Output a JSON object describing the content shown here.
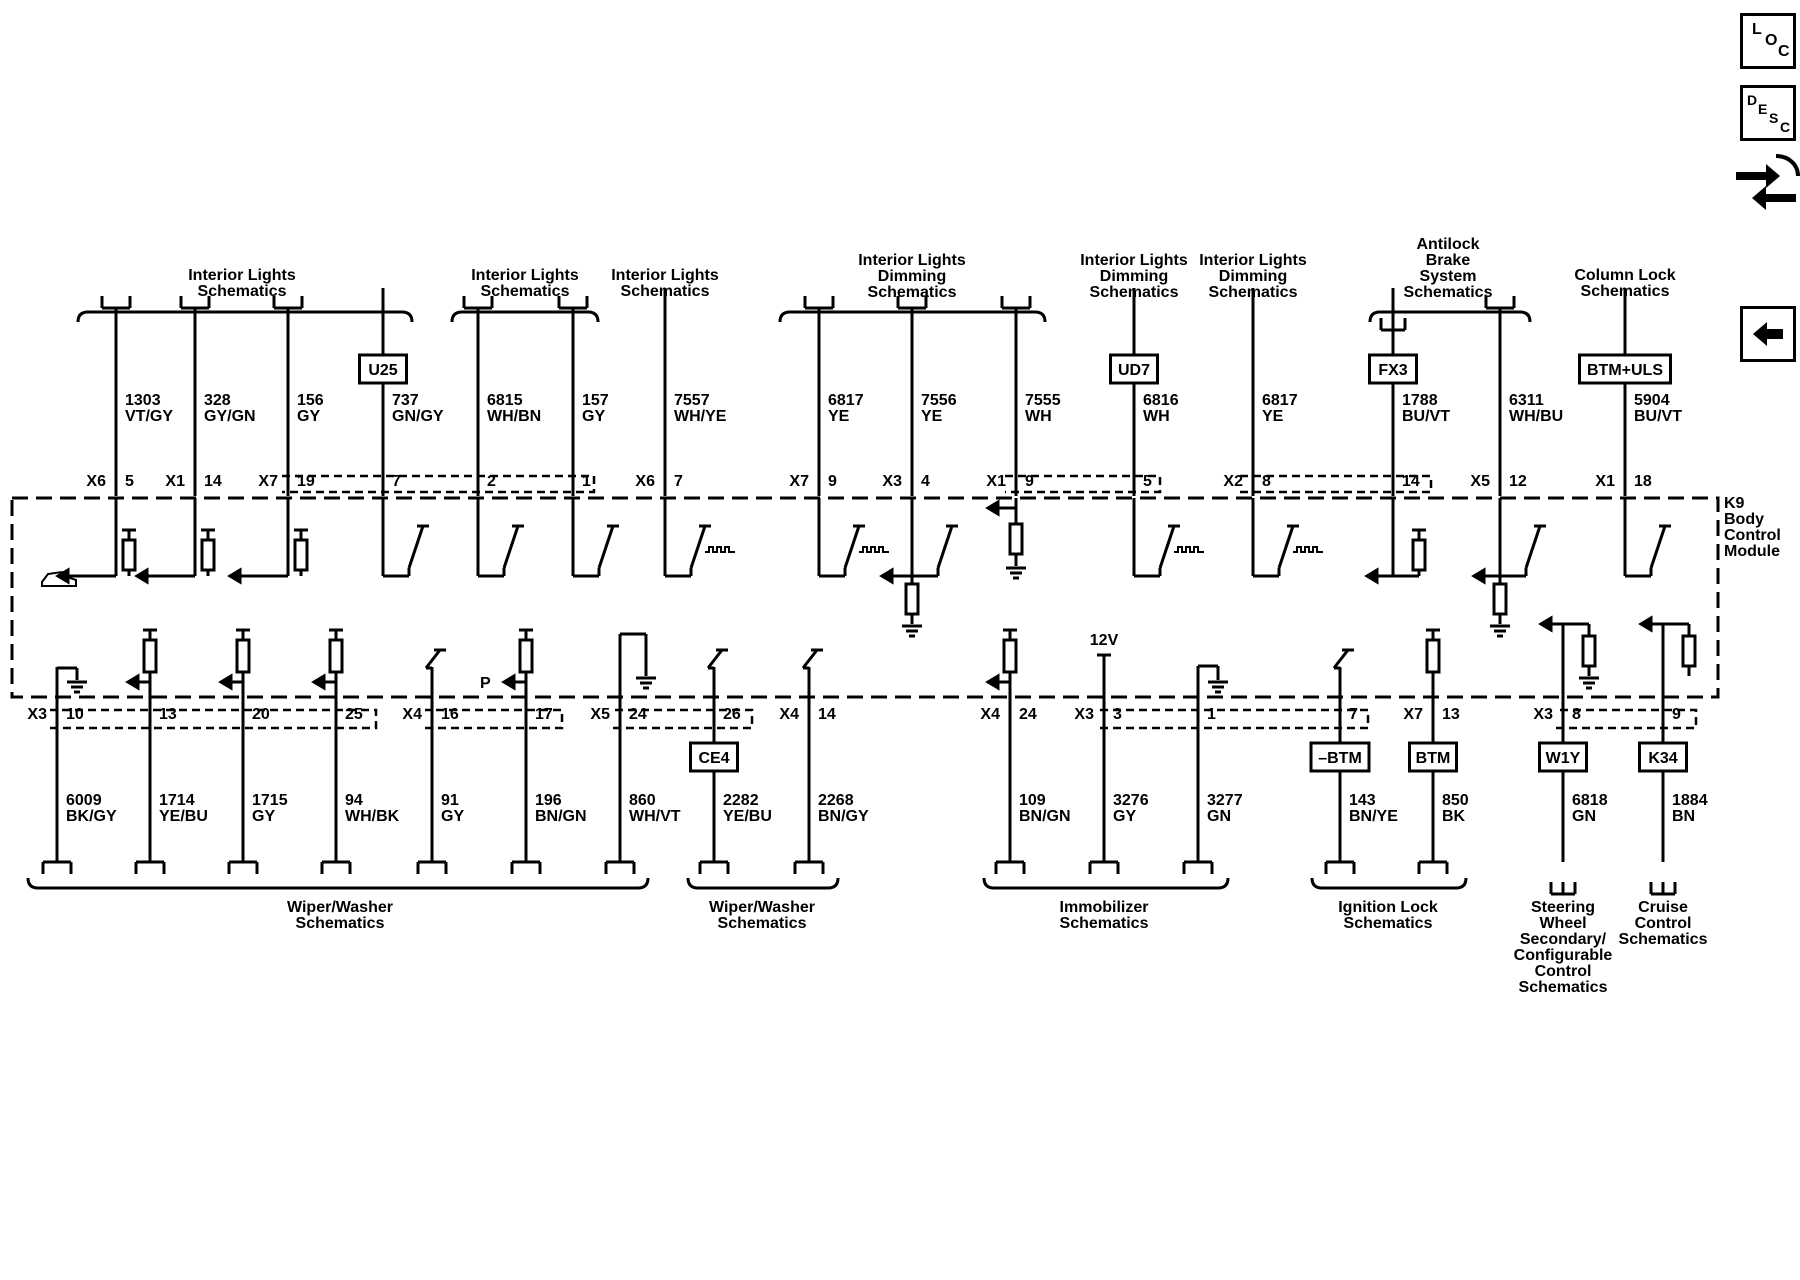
{
  "toolbar": {
    "loc": [
      "L",
      "O",
      "C"
    ],
    "desc": [
      "D",
      "E",
      "S",
      "C"
    ]
  },
  "module": {
    "lines": [
      "K9",
      "Body",
      "Control",
      "Module"
    ]
  },
  "top_wires": [
    {
      "conn": "X6",
      "pin": "5",
      "circuit": "1303",
      "color": "VT/GY"
    },
    {
      "conn": "X1",
      "pin": "14",
      "circuit": "328",
      "color": "GY/GN"
    },
    {
      "conn": "X7",
      "pin": "19",
      "circuit": "156",
      "color": "GY"
    },
    {
      "conn": "",
      "pin": "7",
      "circuit": "737",
      "color": "GN/GY",
      "component": "U25"
    },
    {
      "conn": "",
      "pin": "2",
      "circuit": "6815",
      "color": "WH/BN"
    },
    {
      "conn": "",
      "pin": "1",
      "circuit": "157",
      "color": "GY"
    },
    {
      "conn": "X6",
      "pin": "7",
      "circuit": "7557",
      "color": "WH/YE"
    },
    {
      "conn": "X7",
      "pin": "9",
      "circuit": "6817",
      "color": "YE"
    },
    {
      "conn": "X3",
      "pin": "4",
      "circuit": "7556",
      "color": "YE"
    },
    {
      "conn": "X1",
      "pin": "9",
      "circuit": "7555",
      "color": "WH"
    },
    {
      "conn": "",
      "pin": "5",
      "circuit": "6816",
      "color": "WH",
      "component": "UD7"
    },
    {
      "conn": "X2",
      "pin": "8",
      "circuit": "6817",
      "color": "YE"
    },
    {
      "conn": "",
      "pin": "14",
      "circuit": "1788",
      "color": "BU/VT",
      "component": "FX3"
    },
    {
      "conn": "X5",
      "pin": "12",
      "circuit": "6311",
      "color": "WH/BU"
    },
    {
      "conn": "X1",
      "pin": "18",
      "circuit": "5904",
      "color": "BU/VT",
      "component": "BTM+ULS"
    }
  ],
  "bottom_wires": [
    {
      "conn": "X3",
      "pin": "10",
      "circuit": "6009",
      "color": "BK/GY"
    },
    {
      "conn": "",
      "pin": "13",
      "circuit": "1714",
      "color": "YE/BU"
    },
    {
      "conn": "",
      "pin": "20",
      "circuit": "1715",
      "color": "GY"
    },
    {
      "conn": "",
      "pin": "25",
      "circuit": "94",
      "color": "WH/BK"
    },
    {
      "conn": "X4",
      "pin": "16",
      "circuit": "91",
      "color": "GY"
    },
    {
      "conn": "",
      "pin": "17",
      "circuit": "196",
      "color": "BN/GN"
    },
    {
      "conn": "X5",
      "pin": "24",
      "circuit": "860",
      "color": "WH/VT"
    },
    {
      "conn": "",
      "pin": "26",
      "circuit": "2282",
      "color": "YE/BU",
      "component": "CE4"
    },
    {
      "conn": "X4",
      "pin": "14",
      "circuit": "2268",
      "color": "BN/GY"
    },
    {
      "conn": "X4",
      "pin": "24",
      "circuit": "109",
      "color": "BN/GN"
    },
    {
      "conn": "X3",
      "pin": "3",
      "circuit": "3276",
      "color": "GY"
    },
    {
      "conn": "",
      "pin": "1",
      "circuit": "3277",
      "color": "GN"
    },
    {
      "conn": "",
      "pin": "7",
      "circuit": "143",
      "color": "BN/YE",
      "component": "–BTM"
    },
    {
      "conn": "X7",
      "pin": "13",
      "circuit": "850",
      "color": "BK",
      "component": "BTM"
    },
    {
      "conn": "X3",
      "pin": "8",
      "circuit": "6818",
      "color": "GN",
      "component": "W1Y"
    },
    {
      "conn": "",
      "pin": "9",
      "circuit": "1884",
      "color": "BN",
      "component": "K34"
    }
  ],
  "top_groups": [
    {
      "lines": [
        "Interior Lights",
        "Schematics"
      ]
    },
    {
      "lines": [
        "Interior Lights",
        "Schematics"
      ]
    },
    {
      "lines": [
        "Interior Lights",
        "Schematics"
      ]
    },
    {
      "lines": [
        "Interior Lights",
        "Dimming",
        "Schematics"
      ]
    },
    {
      "lines": [
        "Interior Lights",
        "Dimming",
        "Schematics"
      ]
    },
    {
      "lines": [
        "Interior Lights",
        "Dimming",
        "Schematics"
      ]
    },
    {
      "lines": [
        "Antilock",
        "Brake",
        "System",
        "Schematics"
      ]
    },
    {
      "lines": [
        "Column Lock",
        "Schematics"
      ]
    }
  ],
  "bottom_groups": [
    {
      "lines": [
        "Wiper/Washer",
        "Schematics"
      ]
    },
    {
      "lines": [
        "Wiper/Washer",
        "Schematics"
      ]
    },
    {
      "lines": [
        "Immobilizer",
        "Schematics"
      ]
    },
    {
      "lines": [
        "Ignition Lock",
        "Schematics"
      ]
    },
    {
      "lines": [
        "Steering",
        "Wheel",
        "Secondary/",
        "Configurable",
        "Control",
        "Schematics"
      ]
    },
    {
      "lines": [
        "Cruise",
        "Control",
        "Schematics"
      ]
    }
  ],
  "labels": {
    "p_label": "P",
    "v12": "12V"
  }
}
